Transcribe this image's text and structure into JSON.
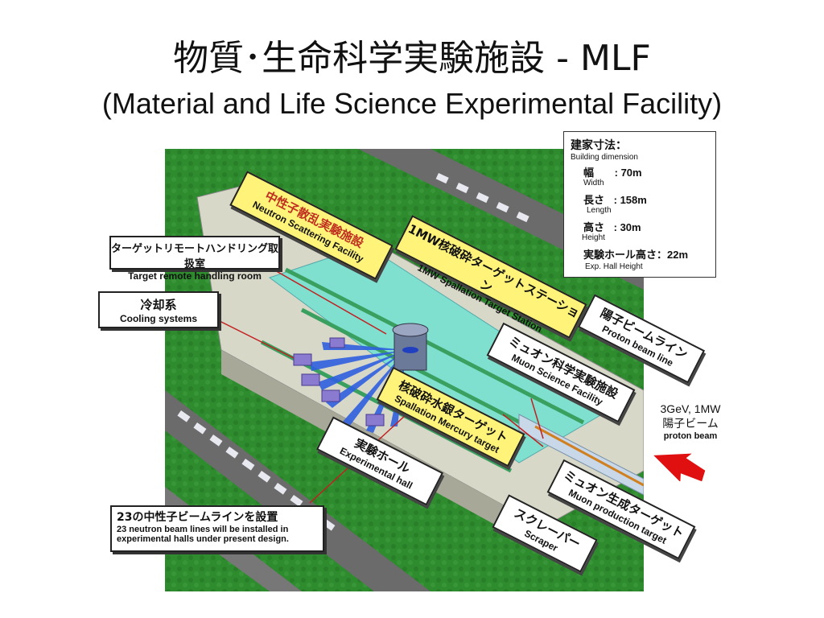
{
  "title": {
    "line1": "物質･生命科学実験施設 - MLF",
    "line2": "(Material and Life Science Experimental Facility)"
  },
  "building": {
    "heading": "建家寸法：",
    "heading_en": "Building dimension",
    "width_jp": "幅",
    "width_val": ": 70m",
    "width_en": "Width",
    "length_jp": "長さ",
    "length_val": ": 158m",
    "length_en": "Length",
    "height_jp": "高さ",
    "height_val": ": 30m",
    "height_en": "Height",
    "hall_jp": "実験ホール高さ",
    "hall_val": "：22m",
    "hall_en": "Exp. Hall Height"
  },
  "labels": {
    "remote_jp": "ターゲットリモートハンドリング取扱室",
    "remote_en": "Target remote handling room",
    "cooling_jp": "冷却系",
    "cooling_en": "Cooling systems",
    "nsf_jp": "中性子散乱実験施設",
    "nsf_en": "Neutron Scattering Facility",
    "station_jp": "1MW核破砕ターゲットステーション",
    "station_en": "1MW Spallation Target Station",
    "proton_line_jp": "陽子ビームライン",
    "proton_line_en": "Proton beam line",
    "muon_fac_jp": "ミュオン科学実験施設",
    "muon_fac_en": "Muon Science Facility",
    "mercury_jp": "核破砕水銀ターゲット",
    "mercury_en": "Spallation Mercury target",
    "hall_jp": "実験ホール",
    "hall_en": "Experimental hall",
    "muon_target_jp": "ミュオン生成ターゲット",
    "muon_target_en": "Muon production target",
    "scraper_jp": "スクレーパー",
    "scraper_en": "Scraper",
    "beamlines_jp": "23の中性子ビームラインを設置",
    "beamlines_en1": "23 neutron beam lines will be installed in",
    "beamlines_en2": "experimental halls under present design."
  },
  "beam": {
    "energy": "3GeV, 1MW",
    "jp": "陽子ビーム",
    "en": "proton beam"
  },
  "colors": {
    "lawn": "#2e8b2e",
    "road": "#6b6b6b",
    "building": "#d8d8c8",
    "hall_floor": "#7fe0d0",
    "callout_yellow": "#fff37a",
    "arrow_red": "#e01010",
    "beam_blue": "#3060e0"
  }
}
